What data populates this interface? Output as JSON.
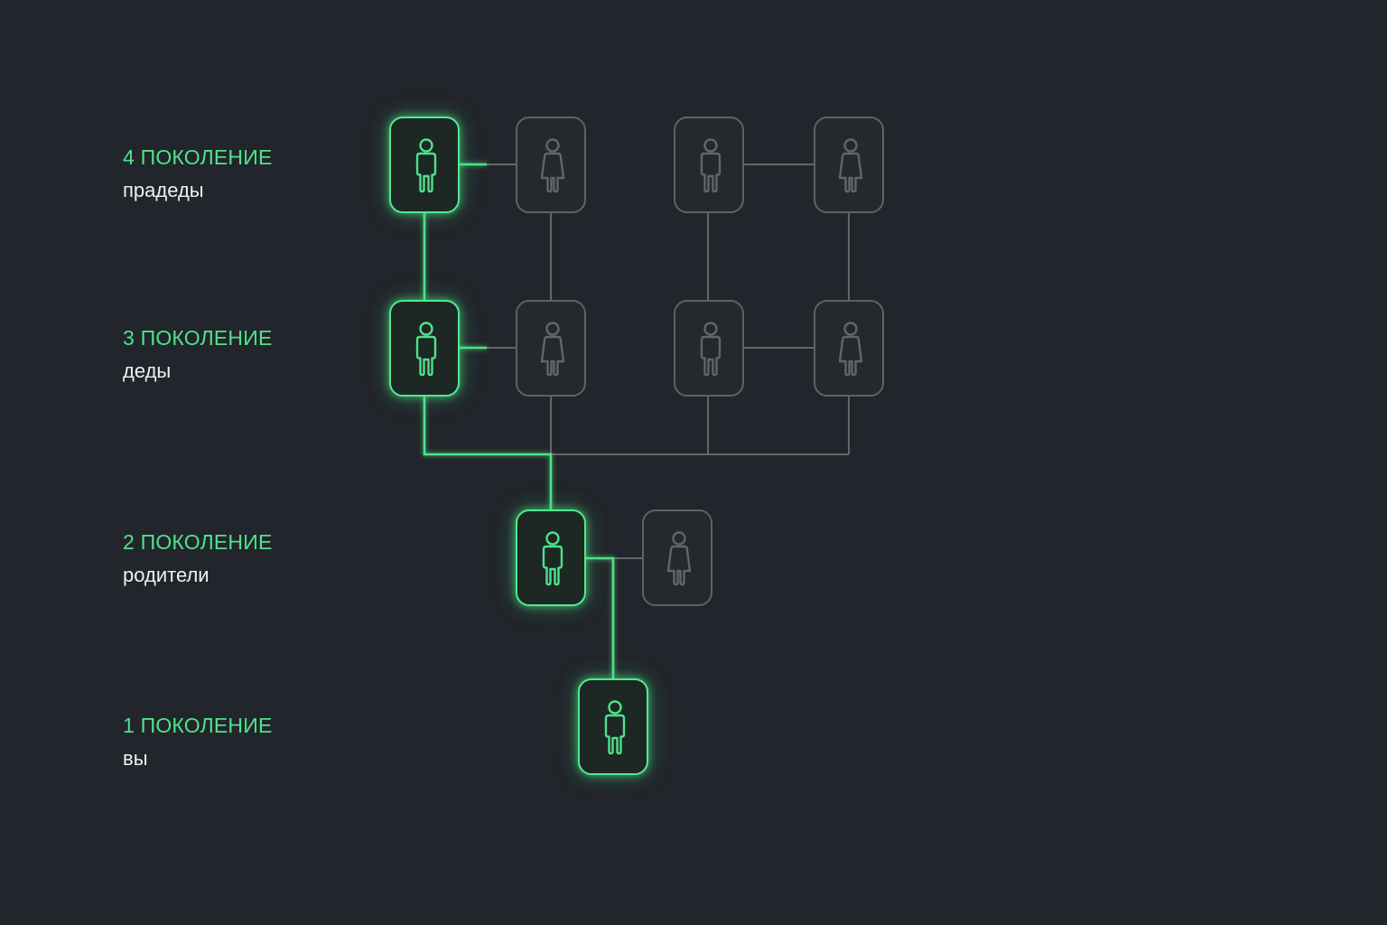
{
  "colors": {
    "background": "#22252b",
    "highlight": "#4ee28a",
    "inactive": "#63656a",
    "name_text": "#eef0f2"
  },
  "generations": [
    {
      "id": "g4",
      "number": "4 ПОКОЛЕНИЕ",
      "name": "прадеды"
    },
    {
      "id": "g3",
      "number": "3 ПОКОЛЕНИЕ",
      "name": "деды"
    },
    {
      "id": "g2",
      "number": "2 ПОКОЛЕНИЕ",
      "name": "родители"
    },
    {
      "id": "g1",
      "number": "1 ПОКОЛЕНИЕ",
      "name": "вы"
    }
  ],
  "tree": {
    "generation_4": [
      {
        "id": "g4-1",
        "icon": "male-icon",
        "on_path": true
      },
      {
        "id": "g4-2",
        "icon": "female-icon",
        "on_path": false
      },
      {
        "id": "g4-3",
        "icon": "male-icon",
        "on_path": false
      },
      {
        "id": "g4-4",
        "icon": "female-icon",
        "on_path": false
      }
    ],
    "generation_3": [
      {
        "id": "g3-1",
        "icon": "male-icon",
        "on_path": true
      },
      {
        "id": "g3-2",
        "icon": "female-icon",
        "on_path": false
      },
      {
        "id": "g3-3",
        "icon": "male-icon",
        "on_path": false
      },
      {
        "id": "g3-4",
        "icon": "female-icon",
        "on_path": false
      }
    ],
    "generation_2": [
      {
        "id": "g2-1",
        "icon": "male-icon",
        "on_path": true
      },
      {
        "id": "g2-2",
        "icon": "female-icon",
        "on_path": false
      }
    ],
    "generation_1": [
      {
        "id": "g1-1",
        "icon": "male-icon",
        "on_path": true
      }
    ]
  }
}
